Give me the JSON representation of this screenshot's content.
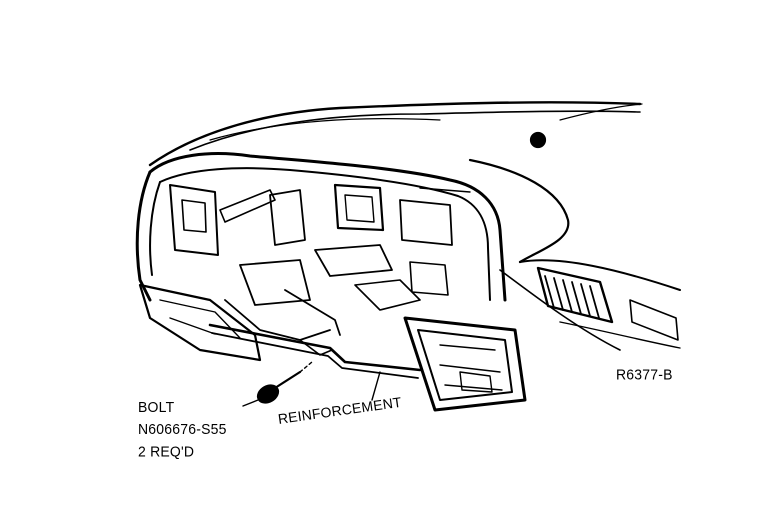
{
  "labels": {
    "bolt_title": "BOLT",
    "bolt_part_number": "N606676-S55",
    "bolt_quantity": "2 REQ'D",
    "reinforcement": "REINFORCEMENT",
    "figure_code": "R6377-B"
  },
  "colors": {
    "ink": "#000000",
    "paper": "#ffffff"
  }
}
